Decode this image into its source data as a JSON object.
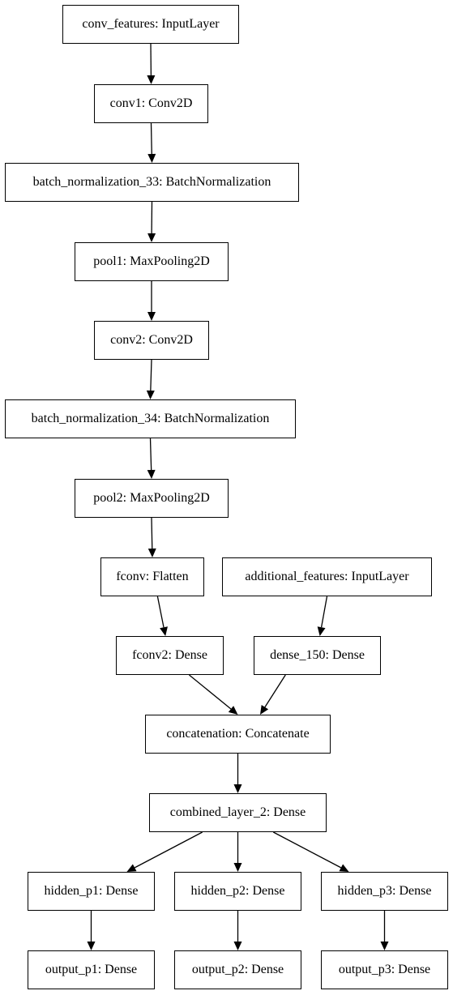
{
  "nodes": {
    "conv_features": "conv_features: InputLayer",
    "conv1": "conv1: Conv2D",
    "bn33": "batch_normalization_33: BatchNormalization",
    "pool1": "pool1: MaxPooling2D",
    "conv2": "conv2: Conv2D",
    "bn34": "batch_normalization_34: BatchNormalization",
    "pool2": "pool2: MaxPooling2D",
    "fconv": "fconv: Flatten",
    "additional_features": "additional_features: InputLayer",
    "fconv2": "fconv2: Dense",
    "dense_150": "dense_150: Dense",
    "concatenation": "concatenation: Concatenate",
    "combined": "combined_layer_2: Dense",
    "hidden_p1": "hidden_p1: Dense",
    "hidden_p2": "hidden_p2: Dense",
    "hidden_p3": "hidden_p3: Dense",
    "output_p1": "output_p1: Dense",
    "output_p2": "output_p2: Dense",
    "output_p3": "output_p3: Dense"
  },
  "edges": [
    [
      "conv_features",
      "conv1"
    ],
    [
      "conv1",
      "bn33"
    ],
    [
      "bn33",
      "pool1"
    ],
    [
      "pool1",
      "conv2"
    ],
    [
      "conv2",
      "bn34"
    ],
    [
      "bn34",
      "pool2"
    ],
    [
      "pool2",
      "fconv"
    ],
    [
      "fconv",
      "fconv2"
    ],
    [
      "additional_features",
      "dense_150"
    ],
    [
      "fconv2",
      "concatenation"
    ],
    [
      "dense_150",
      "concatenation"
    ],
    [
      "concatenation",
      "combined"
    ],
    [
      "combined",
      "hidden_p1"
    ],
    [
      "combined",
      "hidden_p2"
    ],
    [
      "combined",
      "hidden_p3"
    ],
    [
      "hidden_p1",
      "output_p1"
    ],
    [
      "hidden_p2",
      "output_p2"
    ],
    [
      "hidden_p3",
      "output_p3"
    ]
  ]
}
